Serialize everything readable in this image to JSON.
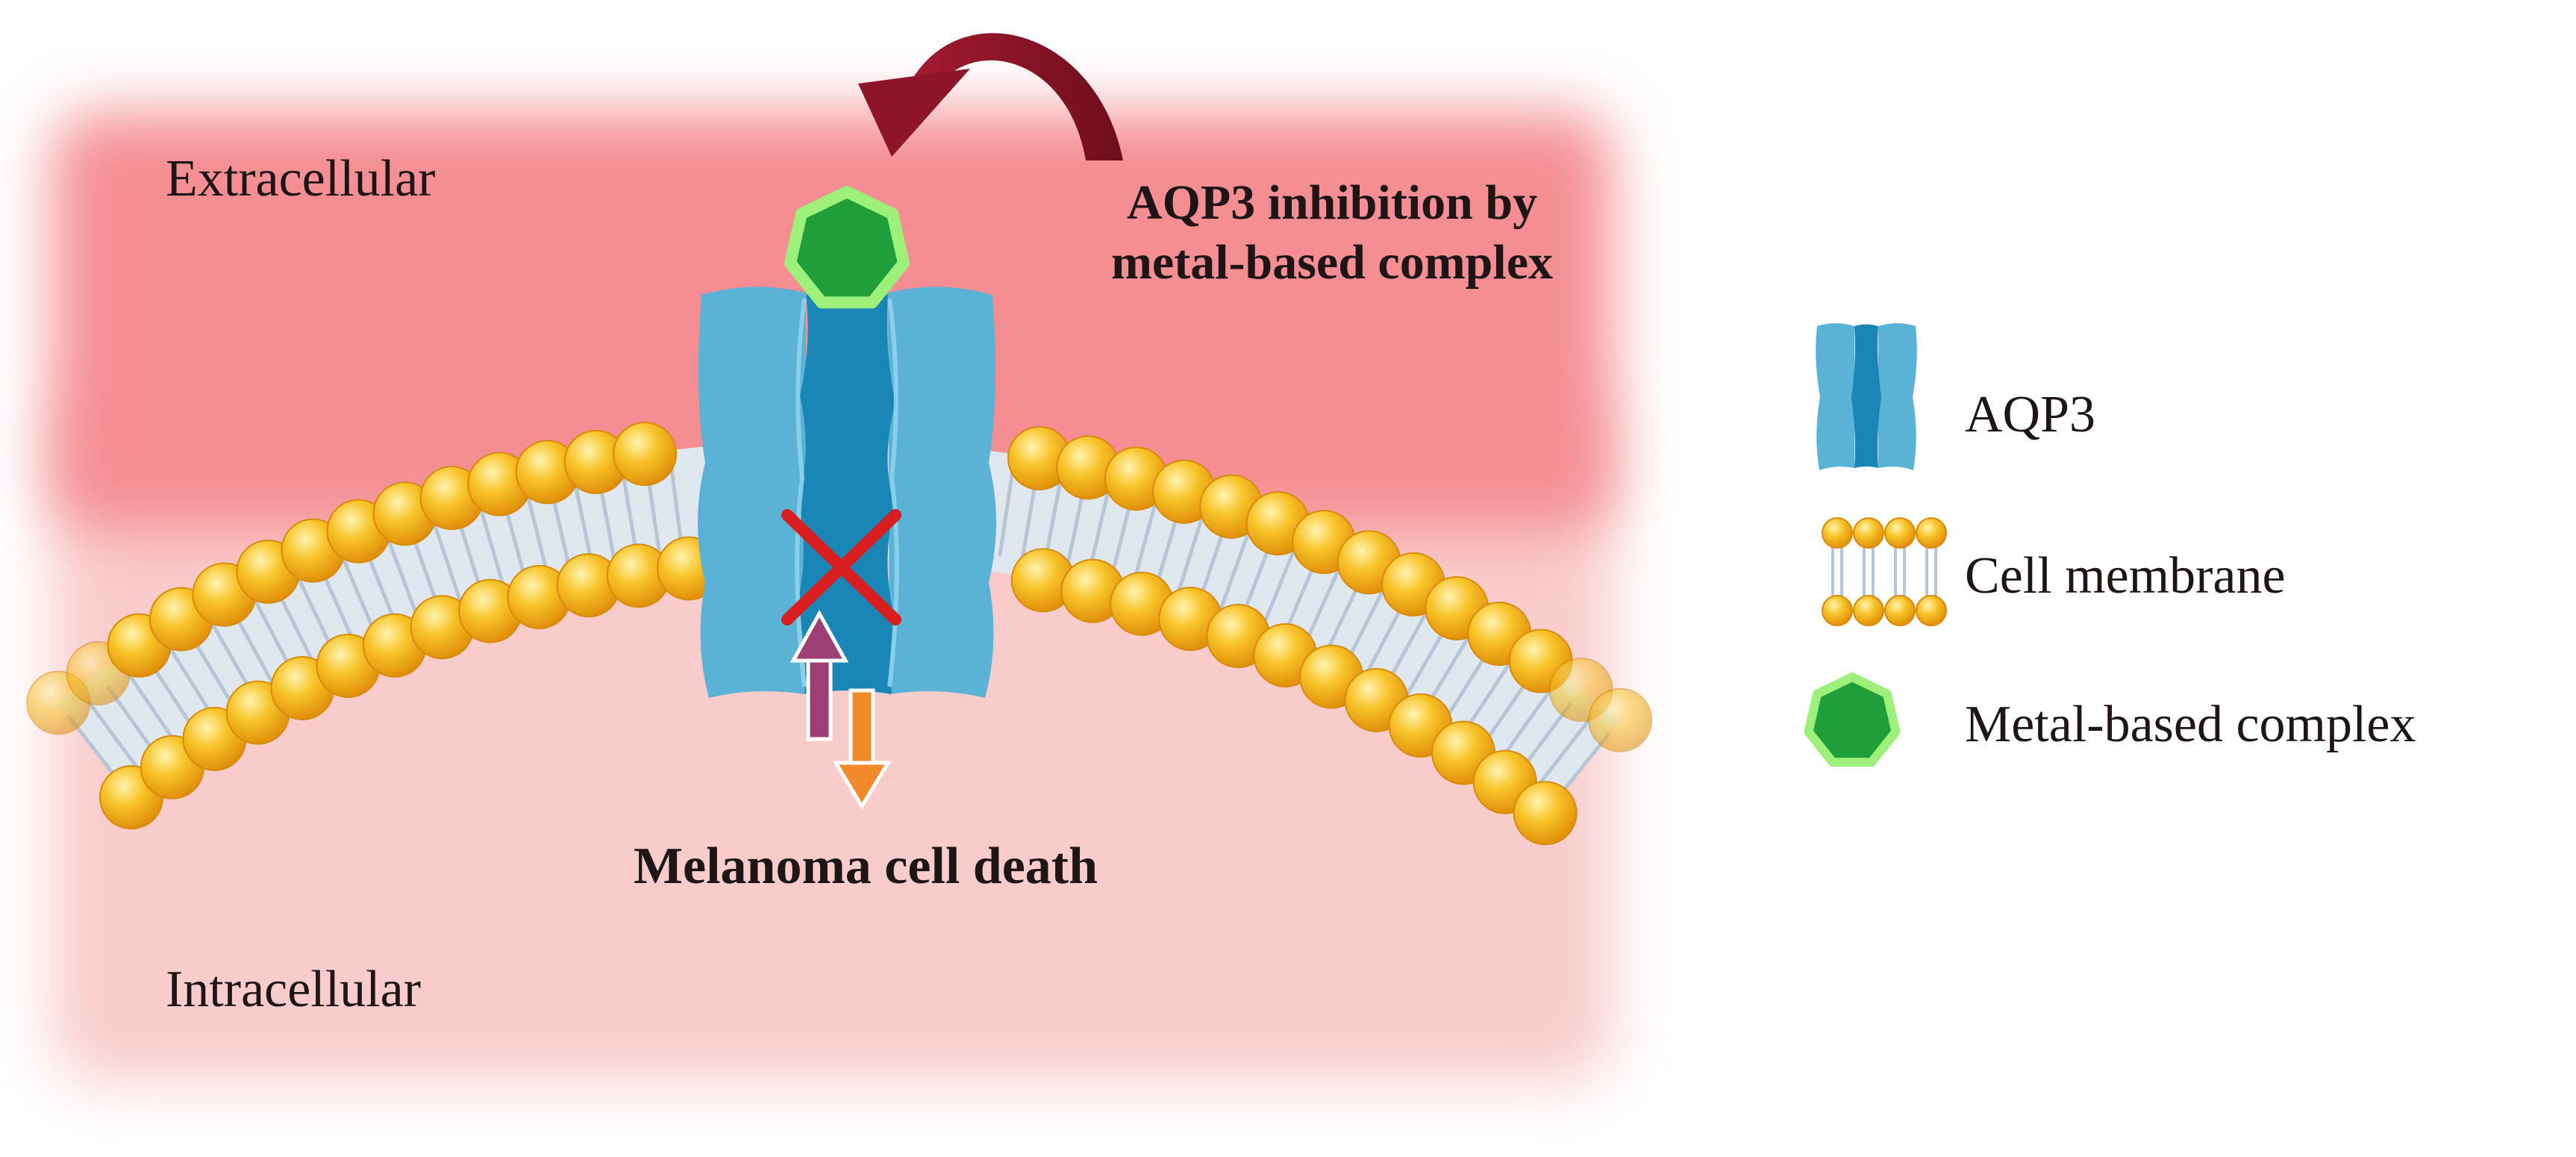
{
  "labels": {
    "extracellular": "Extracellular",
    "intracellular": "Intracellular",
    "inhibition_line1": "AQP3 inhibition by",
    "inhibition_line2": "metal-based complex",
    "outcome": "Melanoma cell death"
  },
  "legend": [
    {
      "icon": "aqp3-channel-icon",
      "label": "AQP3"
    },
    {
      "icon": "lipid-bilayer-icon",
      "label": "Cell membrane"
    },
    {
      "icon": "green-heptagon-icon",
      "label": "Metal-based complex"
    }
  ],
  "colors": {
    "extracellular_bg": "#f48e93",
    "intracellular_bg": "#f9cccc",
    "aqp3_outer": "#5ab2d4",
    "aqp3_pore": "#1a86b5",
    "complex_fill": "#1f9e3a",
    "complex_ring": "#9df07a",
    "lipid_head": "#f6b51b",
    "lipid_tail": "#b7c6d6",
    "inhibition_arrow": "#8e1428",
    "block_mark": "#d81e1e",
    "arrow_in": "#9c3f74",
    "arrow_out": "#f28a2b"
  }
}
